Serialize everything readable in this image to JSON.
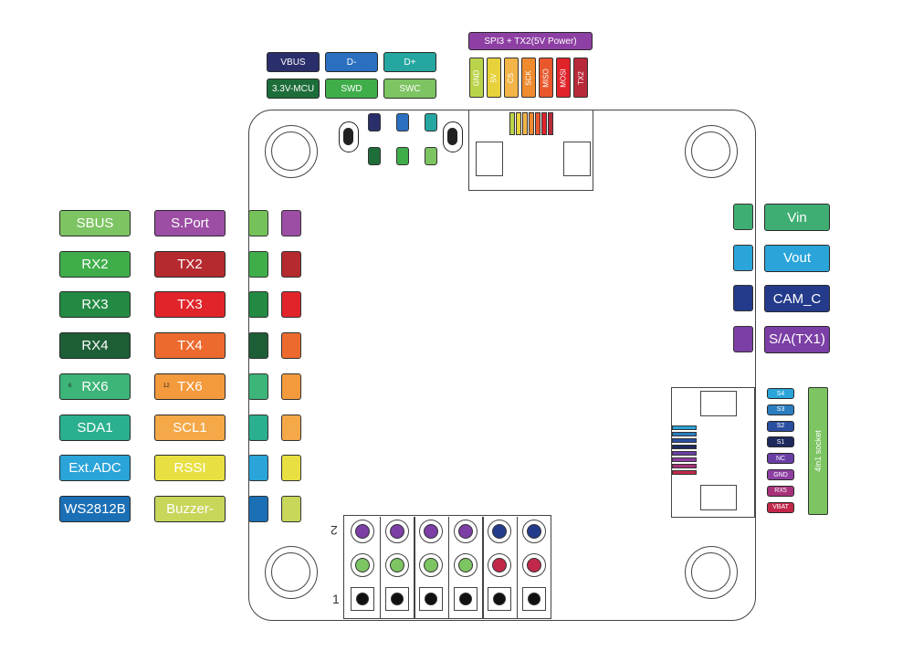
{
  "left_labels": [
    {
      "col1": "SBUS",
      "col2": "S.Port",
      "c1": "#7dc462",
      "c2": "#9b4ea3",
      "pad1": "#76c25a",
      "pad2": "#9b4ea3"
    },
    {
      "col1": "RX2",
      "col2": "TX2",
      "c1": "#3fae4a",
      "c2": "#b42a2f",
      "pad1": "#3fae4a",
      "pad2": "#b42a2f"
    },
    {
      "col1": "RX3",
      "col2": "TX3",
      "c1": "#238a43",
      "c2": "#e0242a",
      "pad1": "#238a43",
      "pad2": "#e0242a"
    },
    {
      "col1": "RX4",
      "col2": "TX4",
      "c1": "#1e5e36",
      "c2": "#ec6a2d",
      "pad1": "#1e5e36",
      "pad2": "#ec6a2d"
    },
    {
      "col1": "RX6",
      "col2": "TX6",
      "c1": "#3db478",
      "c2": "#f39a3c",
      "pad1": "#3db478",
      "pad2": "#f39a3c",
      "tag1": "6",
      "tag2": "12"
    },
    {
      "col1": "SDA1",
      "col2": "SCL1",
      "c1": "#2aaf8f",
      "c2": "#f5a848",
      "pad1": "#2aaf8f",
      "pad2": "#f5a848"
    },
    {
      "col1": "Ext.ADC",
      "col2": "RSSI",
      "c1": "#2aa4d9",
      "c2": "#e8e042",
      "pad1": "#2aa4d9",
      "pad2": "#e8e042"
    },
    {
      "col1": "WS2812B",
      "col2": "Buzzer-",
      "c1": "#1b6fb5",
      "c2": "#c8d65a",
      "pad1": "#1b6fb5",
      "pad2": "#c8d65a"
    }
  ],
  "right_labels": [
    {
      "text": "Vin",
      "color": "#3fae72"
    },
    {
      "text": "Vout",
      "color": "#2aa4d9"
    },
    {
      "text": "CAM_C",
      "color": "#243b8c"
    },
    {
      "text": "S/A(TX1)",
      "color": "#7b3fa5"
    }
  ],
  "top_usb": {
    "row1": [
      {
        "text": "VBUS",
        "color": "#2a2f6b"
      },
      {
        "text": "D-",
        "color": "#2a6fc0"
      },
      {
        "text": "D+",
        "color": "#25a6a0"
      }
    ],
    "row2": [
      {
        "text": "3.3V-MCU",
        "color": "#1e6e3a"
      },
      {
        "text": "SWD",
        "color": "#3fae4a"
      },
      {
        "text": "SWC",
        "color": "#7dc462"
      }
    ]
  },
  "spi": {
    "header": "SPI3 + TX2(5V Power)",
    "header_color": "#8e3fa3",
    "pins": [
      {
        "text": "GND",
        "color": "#b9d44a"
      },
      {
        "text": "5V",
        "color": "#e8d23c"
      },
      {
        "text": "CS",
        "color": "#f3b548"
      },
      {
        "text": "SCK",
        "color": "#ef8a2e"
      },
      {
        "text": "MISO",
        "color": "#e9582d"
      },
      {
        "text": "MOSI",
        "color": "#e0242a"
      },
      {
        "text": "TX2",
        "color": "#b82a3a"
      }
    ]
  },
  "esc": {
    "pins": [
      {
        "text": "S4",
        "color": "#2aa4d9"
      },
      {
        "text": "S3",
        "color": "#2a7ec0"
      },
      {
        "text": "S2",
        "color": "#2a4ea0"
      },
      {
        "text": "S1",
        "color": "#1e2a5e"
      },
      {
        "text": "NC",
        "color": "#6a3fa5"
      },
      {
        "text": "GND",
        "color": "#8e3fa3"
      },
      {
        "text": "RX5",
        "color": "#a8327a"
      },
      {
        "text": "VBAT",
        "color": "#c2284a"
      }
    ],
    "socket_label": "4in1 socket",
    "socket_color": "#7dc462"
  },
  "board_marks": {
    "pin2": "2",
    "pin1": "1"
  },
  "servo_colors": {
    "top": [
      "#7b3fa5",
      "#7b3fa5",
      "#7b3fa5",
      "#7b3fa5",
      "#243b8c",
      "#243b8c"
    ],
    "middle": [
      "#7dc462",
      "#7dc462",
      "#7dc462",
      "#7dc462",
      "#c2284a",
      "#c2284a"
    ],
    "bottom": [
      "#111111",
      "#111111",
      "#111111",
      "#111111",
      "#111111",
      "#111111"
    ]
  }
}
